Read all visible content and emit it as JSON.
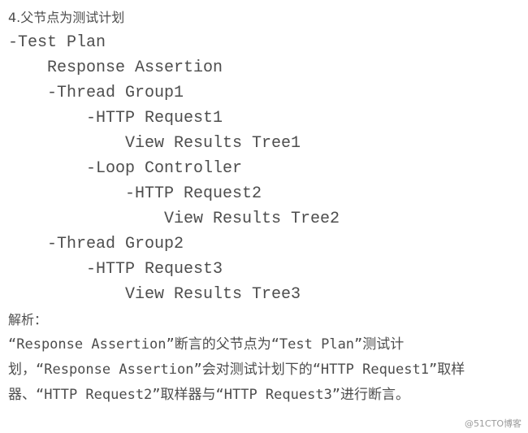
{
  "heading": "4.父节点为测试计划",
  "tree": [
    {
      "level": 0,
      "text": "-Test Plan"
    },
    {
      "level": 1,
      "text": "Response Assertion"
    },
    {
      "level": 1,
      "text": "-Thread Group1"
    },
    {
      "level": 2,
      "text": "-HTTP Request1"
    },
    {
      "level": 3,
      "text": "View Results Tree1"
    },
    {
      "level": 2,
      "text": "-Loop Controller"
    },
    {
      "level": 3,
      "text": "-HTTP Request2"
    },
    {
      "level": 4,
      "text": "View Results Tree2"
    },
    {
      "level": 1,
      "text": "-Thread Group2"
    },
    {
      "level": 2,
      "text": "-HTTP Request3"
    },
    {
      "level": 3,
      "text": "View Results Tree3"
    }
  ],
  "analysis_label": "解析：",
  "analysis_text": "“Response Assertion”断言的父节点为“Test Plan”测试计划，“Response Assertion”会对测试计划下的“HTTP Request1”取样器、“HTTP Request2”取样器与“HTTP Request3”进行断言。",
  "watermark": "@51CTO博客"
}
